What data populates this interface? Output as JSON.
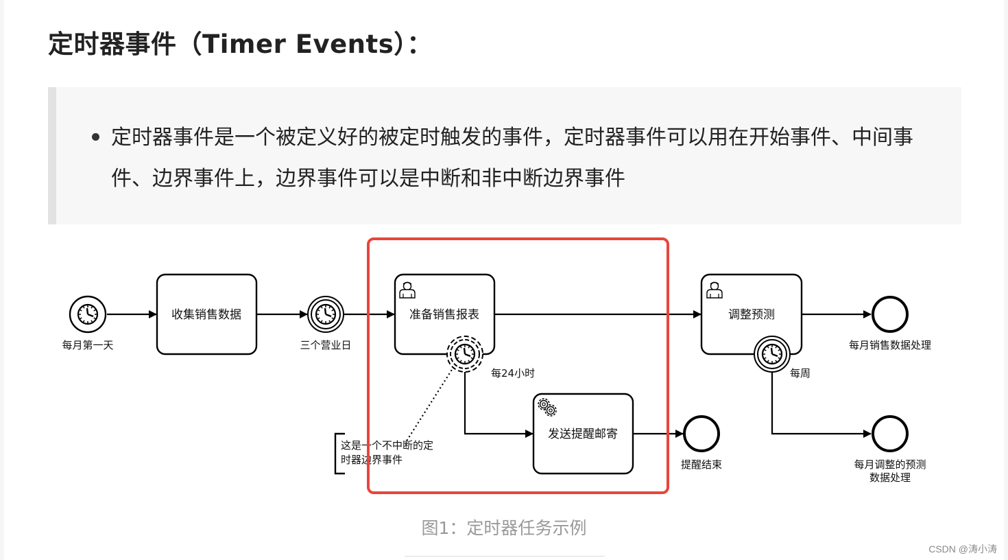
{
  "heading": "定时器事件（Timer Events）：",
  "note": {
    "text": "定时器事件是一个被定义好的被定时触发的事件，定时器事件可以用在开始事件、中间事件、边界事件上，边界事件可以是中断和非中断边界事件"
  },
  "diagram": {
    "start_event_label": "每月第一天",
    "task_collect": "收集销售数据",
    "intermediate_timer_label": "三个营业日",
    "task_prepare": "准备销售报表",
    "boundary_timer_label_1": "每24小时",
    "task_send": "发送提醒邮寄",
    "annotation_line1": "这是一个不中断的定",
    "annotation_line2": "时器边界事件",
    "end_remind_label": "提醒结束",
    "task_adjust": "调整预测",
    "boundary_timer_label_2": "每周",
    "end_monthly_label": "每月销售数据处理",
    "end_adjust_label_line1": "每月调整的预测",
    "end_adjust_label_line2": "数据处理",
    "highlight_color": "#e8453c"
  },
  "caption": "图1：定时器任务示例",
  "watermark": "CSDN @涛小涛"
}
